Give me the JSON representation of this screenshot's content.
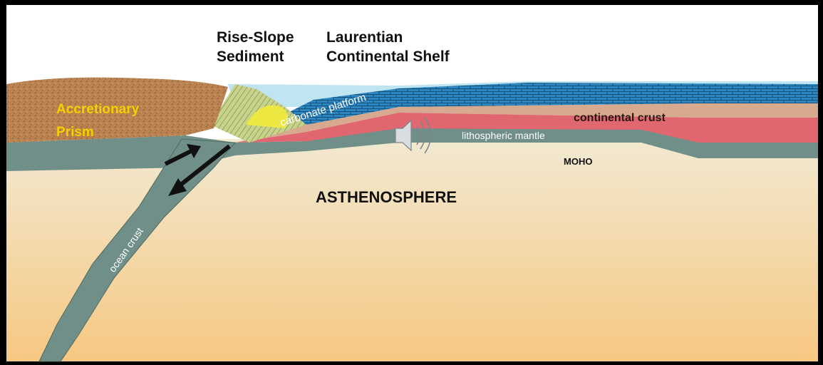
{
  "header": {
    "col1_line1": "Rise-Slope",
    "col1_line2": "Sediment",
    "col2_line1": "Laurentian",
    "col2_line2": "Continental Shelf"
  },
  "labels": {
    "prism_line1": "Accretionary",
    "prism_line2": "Prism",
    "carbonate": "carbonate platform",
    "continental_crust": "continental crust",
    "lithospheric_mantle": "lithospheric mantle",
    "moho": "MOHO",
    "asthenosphere": "ASTHENOSPHERE",
    "ocean_crust": "ocean crust"
  },
  "colors": {
    "prism_text": "#f5d000",
    "slab": "#6f8f88",
    "continental_crust_red": "#e06670",
    "continental_crust_tan": "#d7a98e",
    "carbonate_blue": "#2e86c1",
    "shallow_water": "#bfe4f2",
    "asthenosphere_top": "#f2e9d2",
    "asthenosphere_bottom": "#f6c882",
    "prism_brown": "#b98250"
  },
  "icons": {
    "audio": "speaker-icon"
  }
}
